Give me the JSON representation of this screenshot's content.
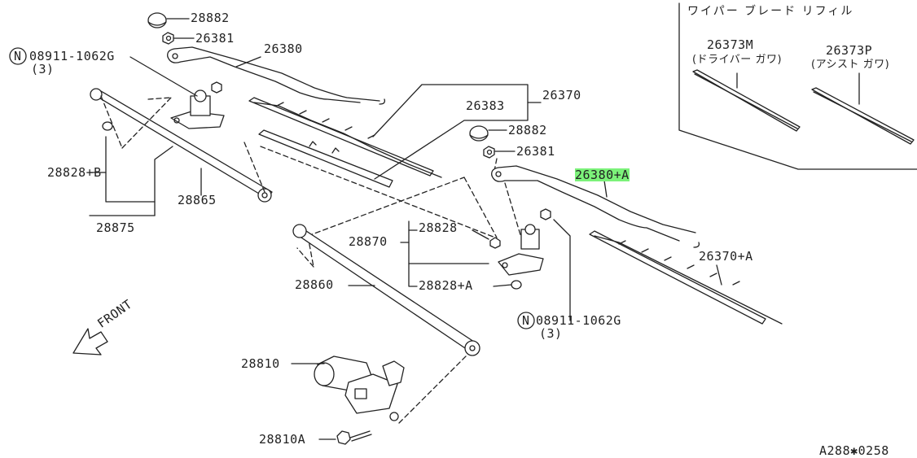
{
  "labels": {
    "p28882_top": "28882",
    "p26381_top": "26381",
    "bolt_left": "08911-1062G",
    "bolt_left_qty": "(3)",
    "p26380": "26380",
    "p26370": "26370",
    "p26383": "26383",
    "p28882_mid": "28882",
    "p26381_mid": "26381",
    "p26380A": "26380+A",
    "p28828B": "28828+B",
    "p28865": "28865",
    "p28875": "28875",
    "p28828": "28828",
    "p28870": "28870",
    "p28860": "28860",
    "p28828A": "28828+A",
    "p26370A": "26370+A",
    "bolt_right": "08911-1062G",
    "bolt_right_qty": "(3)",
    "front": "FRONT",
    "p28810": "28810",
    "p28810A": "28810A",
    "refill_title": "ワイパー ブレード リフィル",
    "p26373M": "26373M",
    "p26373M_note": "(ドライバー ガワ)",
    "p26373P": "26373P",
    "p26373P_note": "(アシスト ガワ)",
    "diagram_code": "A288✱0258"
  },
  "colors": {
    "line": "#222222",
    "highlight": "#7cf27a"
  }
}
